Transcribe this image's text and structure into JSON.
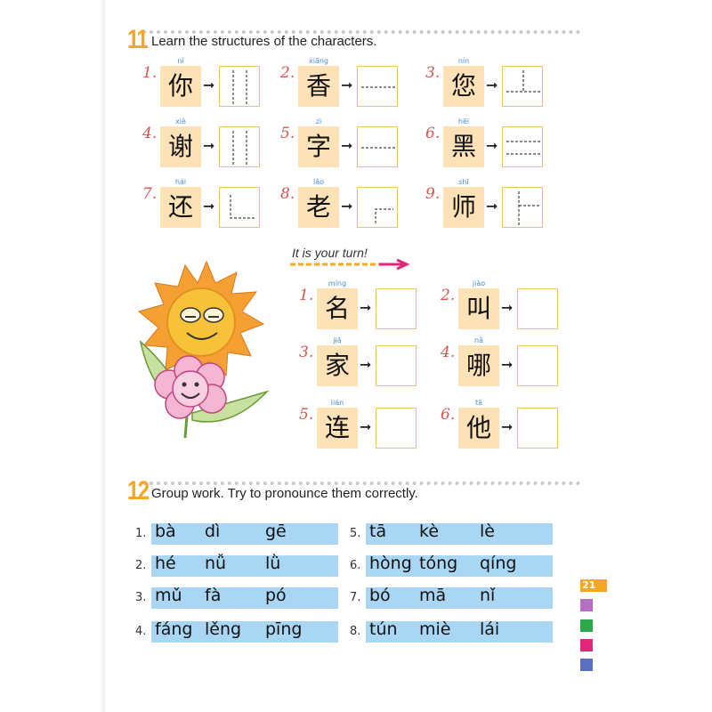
{
  "section11": {
    "number": "11",
    "title": "Learn the structures of the characters.",
    "items": [
      {
        "num": "1.",
        "pinyin": "nǐ",
        "char": "你",
        "structure": "left-middle-right"
      },
      {
        "num": "2.",
        "pinyin": "xiāng",
        "char": "香",
        "structure": "top-bottom"
      },
      {
        "num": "3.",
        "pinyin": "nín",
        "char": "您",
        "structure": "top-left-right-bottom"
      },
      {
        "num": "4.",
        "pinyin": "xiè",
        "char": "谢",
        "structure": "left-middle-right"
      },
      {
        "num": "5.",
        "pinyin": "zì",
        "char": "字",
        "structure": "top-bottom"
      },
      {
        "num": "6.",
        "pinyin": "hēi",
        "char": "黑",
        "structure": "top-middle-bottom"
      },
      {
        "num": "7.",
        "pinyin": "hái",
        "char": "还",
        "structure": "lower-left-enclosure"
      },
      {
        "num": "8.",
        "pinyin": "lǎo",
        "char": "老",
        "structure": "upper-left-enclosure"
      },
      {
        "num": "9.",
        "pinyin": "shī",
        "char": "师",
        "structure": "left-right-top-bottom"
      }
    ]
  },
  "turn": {
    "label": "It is your turn!",
    "items": [
      {
        "num": "1.",
        "pinyin": "míng",
        "char": "名"
      },
      {
        "num": "2.",
        "pinyin": "jiào",
        "char": "叫"
      },
      {
        "num": "3.",
        "pinyin": "jiā",
        "char": "家"
      },
      {
        "num": "4.",
        "pinyin": "nǎ",
        "char": "哪"
      },
      {
        "num": "5.",
        "pinyin": "lián",
        "char": "连"
      },
      {
        "num": "6.",
        "pinyin": "tā",
        "char": "他"
      }
    ]
  },
  "section12": {
    "number": "12",
    "title": "Group work. Try to pronounce them correctly.",
    "rows": [
      {
        "num": "1.",
        "syllables": [
          "bà",
          "dì",
          "gē"
        ]
      },
      {
        "num": "2.",
        "syllables": [
          "hé",
          "nǚ",
          "lǜ"
        ]
      },
      {
        "num": "3.",
        "syllables": [
          "mǔ",
          "fà",
          "pó"
        ]
      },
      {
        "num": "4.",
        "syllables": [
          "fáng",
          "lěng",
          "pīng"
        ]
      },
      {
        "num": "5.",
        "syllables": [
          "tā",
          "kè",
          "lè"
        ]
      },
      {
        "num": "6.",
        "syllables": [
          "hòng",
          "tóng",
          "qíng"
        ]
      },
      {
        "num": "7.",
        "syllables": [
          "bó",
          "mā",
          "nǐ"
        ]
      },
      {
        "num": "8.",
        "syllables": [
          "tún",
          "miè",
          "lái"
        ]
      }
    ]
  },
  "page_number": "21",
  "colors": {
    "accent": "#f5a623",
    "pinyin": "#4a8fd4",
    "number": "#d9534f",
    "char_bg": "#fde2b7",
    "bar": "#a9d6f3",
    "tabs": [
      "#b46fc1",
      "#2aa84a",
      "#e0287a",
      "#5b6fc1"
    ]
  }
}
